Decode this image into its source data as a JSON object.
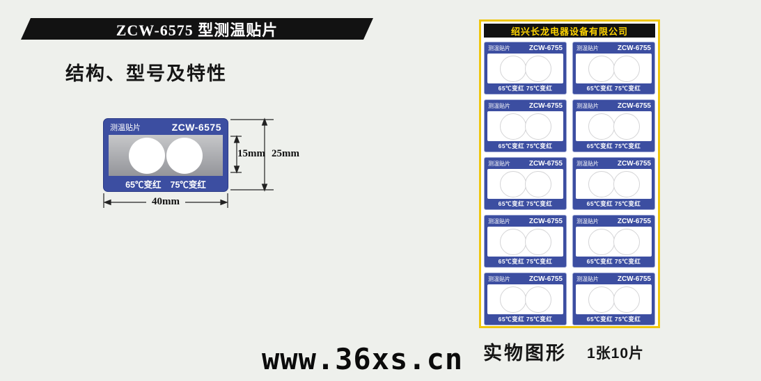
{
  "header": {
    "banner_title": "ZCW-6575 型测温贴片",
    "section_heading": "结构、型号及特性"
  },
  "diagram": {
    "sticker": {
      "name": "测温贴片",
      "model": "ZCW-6575",
      "temp_left": "65℃变红",
      "temp_right": "75℃变红"
    },
    "dims": {
      "inner_height": "15mm",
      "outer_height": "25mm",
      "width": "40mm"
    }
  },
  "sheet": {
    "company": "绍兴长龙电器设备有限公司",
    "count": 10,
    "columns": 2,
    "sticker": {
      "name": "测温贴片",
      "model": "ZCW-6755",
      "temps": "65℃变红 75℃变红"
    }
  },
  "footer": {
    "caption_left": "实物图形",
    "caption_right": "1张10片",
    "watermark": "www.36xs.cn"
  },
  "colors": {
    "page_bg": "#eef0ec",
    "sticker_blue": "#3c4ea1",
    "sheet_border_yellow": "#efc60d",
    "bar_black": "#121212",
    "bar_yellow": "#ffd400"
  }
}
